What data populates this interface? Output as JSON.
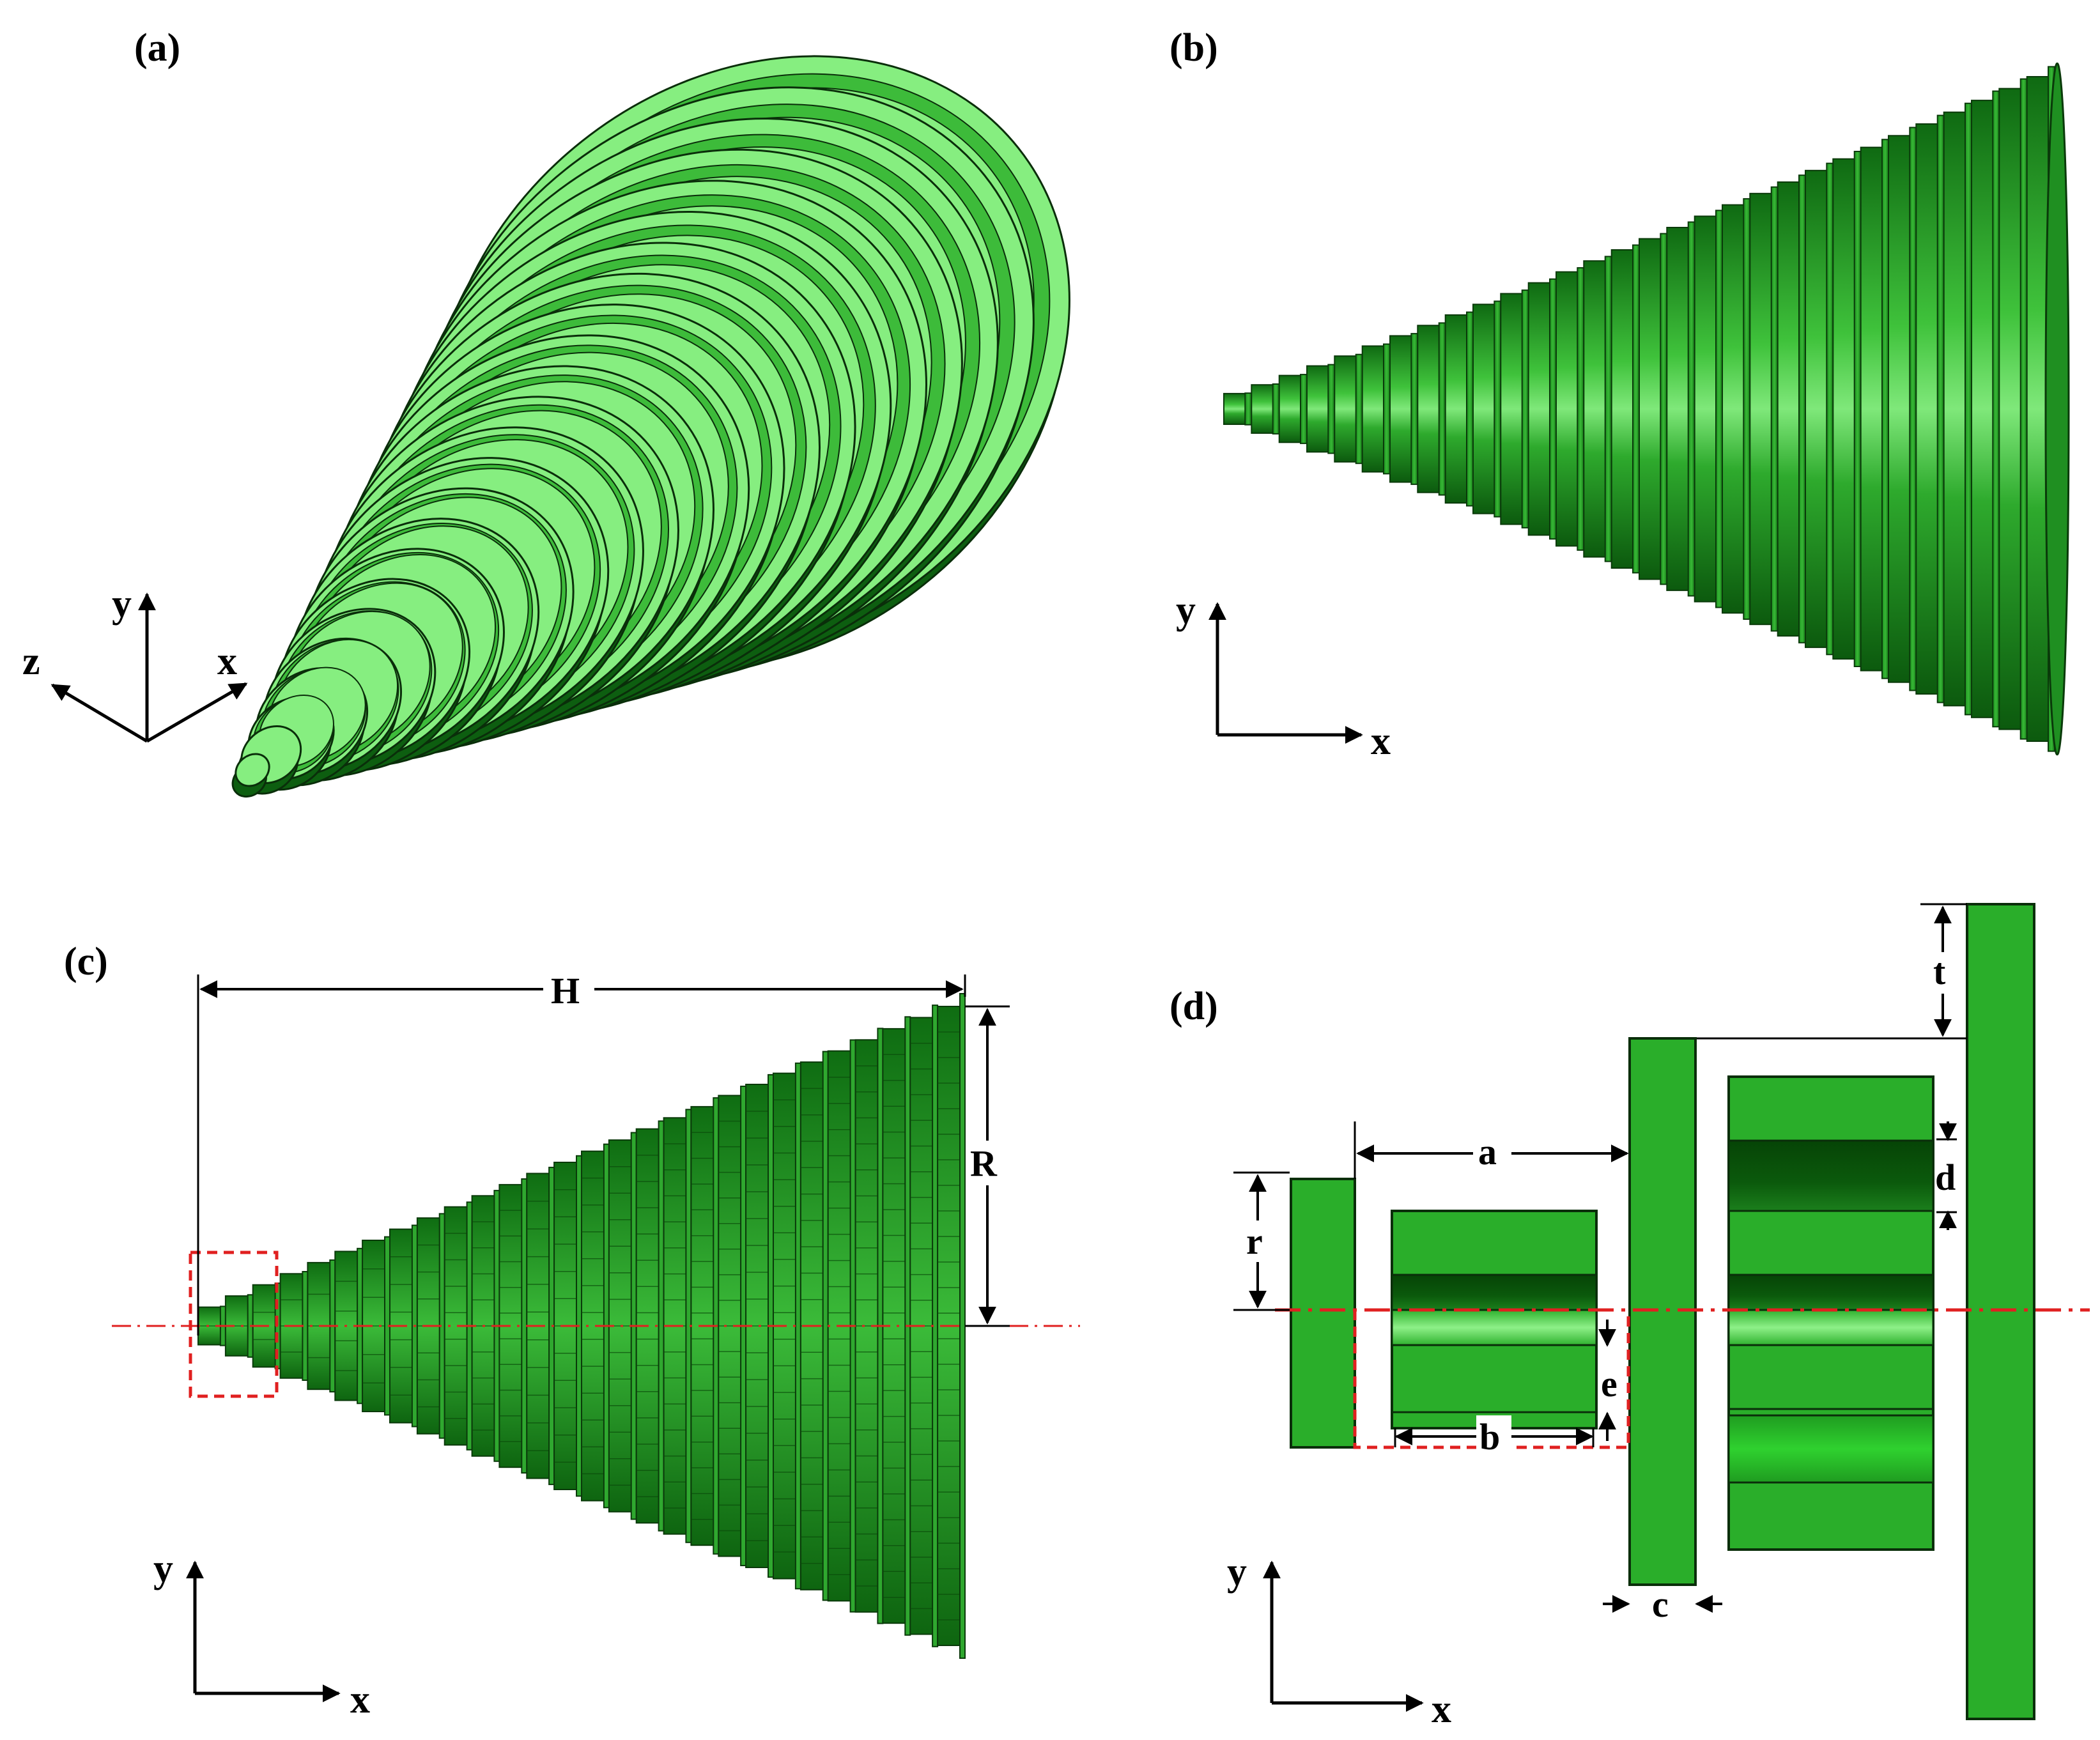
{
  "panels": [
    {
      "id": "a",
      "label": "(a)"
    },
    {
      "id": "b",
      "label": "(b)"
    },
    {
      "id": "c",
      "label": "(c)"
    },
    {
      "id": "d",
      "label": "(d)"
    }
  ],
  "axes": {
    "a": {
      "y": "y",
      "x": "x",
      "z": "z"
    },
    "b": {
      "y": "y",
      "x": "x"
    },
    "c": {
      "y": "y",
      "x": "x"
    },
    "d": {
      "y": "y",
      "x": "x"
    }
  },
  "dimensions": {
    "c": {
      "H": "H",
      "R": "R"
    },
    "d": {
      "a": "a",
      "b": "b",
      "c": "c",
      "d": "d",
      "e": "e",
      "r": "r",
      "t": "t"
    }
  },
  "colors": {
    "green_light": "#86ee80",
    "green_mid": "#2aae2a",
    "green_dark": "#0d5e10",
    "green_deep": "#064406",
    "outline": "#0a2e0a",
    "centerline": "#e02020",
    "selection_box": "#e02020"
  }
}
